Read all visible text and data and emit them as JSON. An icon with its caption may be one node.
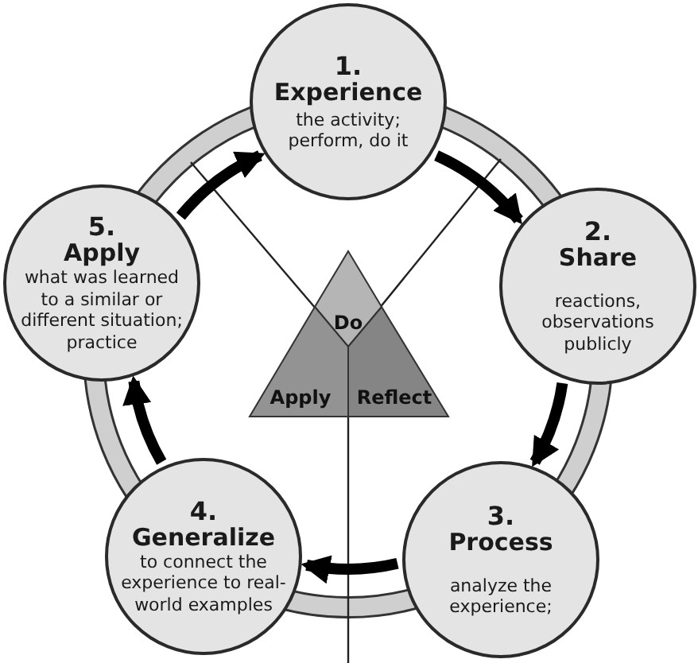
{
  "diagram": {
    "nodes": [
      {
        "text": [
          "1.",
          "Experience",
          "the activity; perform, do it"
        ]
      },
      {
        "text": [
          "2.",
          "Share",
          "reactions, observations publicly"
        ]
      },
      {
        "text": [
          "3.",
          "Process",
          "analyze the experience;"
        ]
      },
      {
        "text": [
          "4.",
          "Generalize",
          "to connect the experience to real-world examples"
        ]
      },
      {
        "text": [
          "5.",
          "Apply",
          "what was learned to a similar or different situation; practice"
        ]
      },
      {
        "text": [
          "Do"
        ]
      },
      {
        "text": [
          "Apply"
        ]
      },
      {
        "text": [
          "Reflect"
        ]
      }
    ],
    "edges": [
      {
        "from": 0,
        "to": 1,
        "arrow": "to"
      },
      {
        "from": 1,
        "to": 2,
        "arrow": "to"
      },
      {
        "from": 2,
        "to": 3,
        "arrow": "to"
      },
      {
        "from": 3,
        "to": 4,
        "arrow": "to"
      },
      {
        "from": 4,
        "to": 0,
        "arrow": "to"
      }
    ]
  }
}
